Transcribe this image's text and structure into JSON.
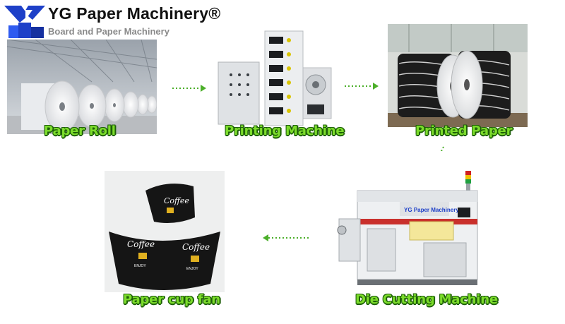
{
  "brand": {
    "title": "YG Paper Machinery®",
    "subtitle": "Board and Paper Machinery"
  },
  "process_steps": [
    {
      "label": "Paper Roll"
    },
    {
      "label": "Printing Machine"
    },
    {
      "label": "Printed Paper"
    },
    {
      "label": "Die Cutting Machine"
    },
    {
      "label": "Paper cup fan"
    }
  ],
  "machine_nameplate": "YG Paper Machinery®",
  "cup_print": {
    "brand_text": "Coffee",
    "tagline": "ENJOY"
  },
  "colors": {
    "label_fill": "#7cdc2c",
    "label_outline": "#1d5f07",
    "arrow": "#4caf2a",
    "logo_blue": "#1e40c8"
  }
}
